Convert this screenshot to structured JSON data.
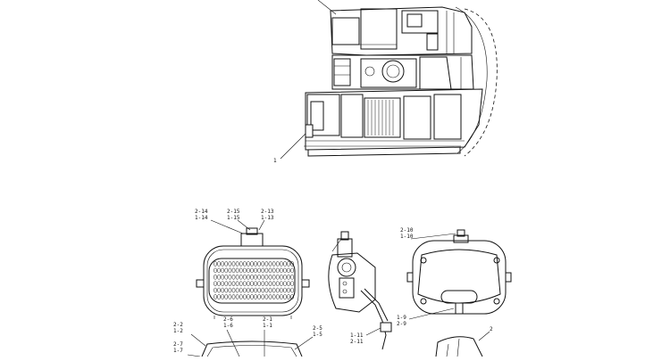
{
  "callouts": {
    "frame": "1",
    "lamp_front_left": [
      "2-14",
      "1-14"
    ],
    "lamp_front_mid": [
      "2-15",
      "1-15"
    ],
    "lamp_front_right": [
      "2-13",
      "1-13"
    ],
    "lamp_back_top": [
      "2-10",
      "1-10"
    ],
    "lamp_back_lower": [
      "1-9",
      "2-9"
    ],
    "lamp_side_lower": [
      "1-11",
      "2-11"
    ],
    "lower_left_a": [
      "2-2",
      "1-2"
    ],
    "lower_left_b": [
      "2-7",
      "1-7"
    ],
    "lower_mid_a": [
      "2-6",
      "1-6"
    ],
    "lower_mid_b": [
      "2-1",
      "1-1"
    ],
    "lower_right": [
      "2-5",
      "1-5"
    ],
    "lower_far_right": "2"
  }
}
